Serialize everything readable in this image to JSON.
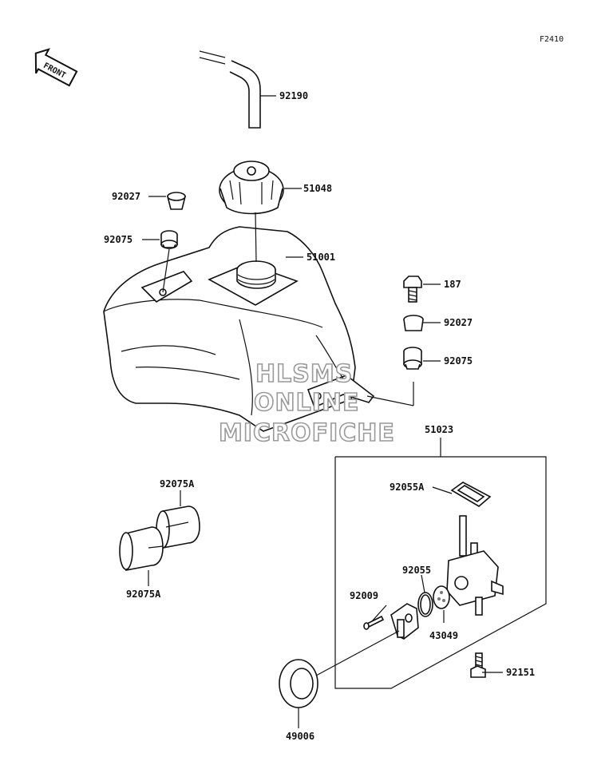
{
  "figure_code": "F2410",
  "front_badge": "FRONT",
  "watermark": [
    "HLSMS",
    "ONLINE",
    "MICROFICHE"
  ],
  "callouts": [
    {
      "id": "92190",
      "label": "92190"
    },
    {
      "id": "51048",
      "label": "51048"
    },
    {
      "id": "92027-a",
      "label": "92027"
    },
    {
      "id": "92075-a",
      "label": "92075"
    },
    {
      "id": "51001",
      "label": "51001"
    },
    {
      "id": "187",
      "label": "187"
    },
    {
      "id": "92027-b",
      "label": "92027"
    },
    {
      "id": "92075-b",
      "label": "92075"
    },
    {
      "id": "51023",
      "label": "51023"
    },
    {
      "id": "92075A-top",
      "label": "92075A"
    },
    {
      "id": "92055A",
      "label": "92055A"
    },
    {
      "id": "92075A-bottom",
      "label": "92075A"
    },
    {
      "id": "92055",
      "label": "92055"
    },
    {
      "id": "92009",
      "label": "92009"
    },
    {
      "id": "43049",
      "label": "43049"
    },
    {
      "id": "92151",
      "label": "92151"
    },
    {
      "id": "49006",
      "label": "49006"
    }
  ]
}
